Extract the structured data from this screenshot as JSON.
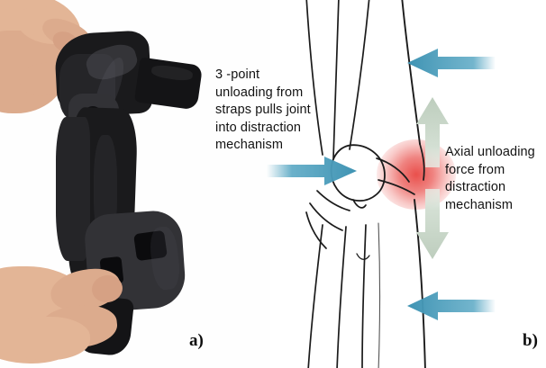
{
  "figure": {
    "panel_a": {
      "label": "a)",
      "subject": "knee brace held in hands",
      "brace_color": "#1a1a1c",
      "skin_color": "#e3b596"
    },
    "panel_b": {
      "label": "b)",
      "annotations": {
        "left_text": "3 -point\nunloading  from\nstraps pulls joint\ninto distraction\nmechanism",
        "right_text": "Axial unloading\nforce from\ndistraction\nmechanism"
      },
      "arrows": {
        "blue_color": "#5aa8c4",
        "green_color": "#cdd9cd",
        "blue": [
          {
            "name": "upper-thigh-arrow",
            "direction": "left"
          },
          {
            "name": "knee-medial-arrow",
            "direction": "right"
          },
          {
            "name": "lower-shin-arrow",
            "direction": "left"
          }
        ],
        "green": [
          {
            "name": "axial-up-arrow",
            "direction": "up"
          },
          {
            "name": "axial-down-arrow",
            "direction": "down"
          }
        ]
      },
      "pain_marker": {
        "name": "lateral-joint-pain-glow",
        "color": "#e84642"
      }
    }
  }
}
